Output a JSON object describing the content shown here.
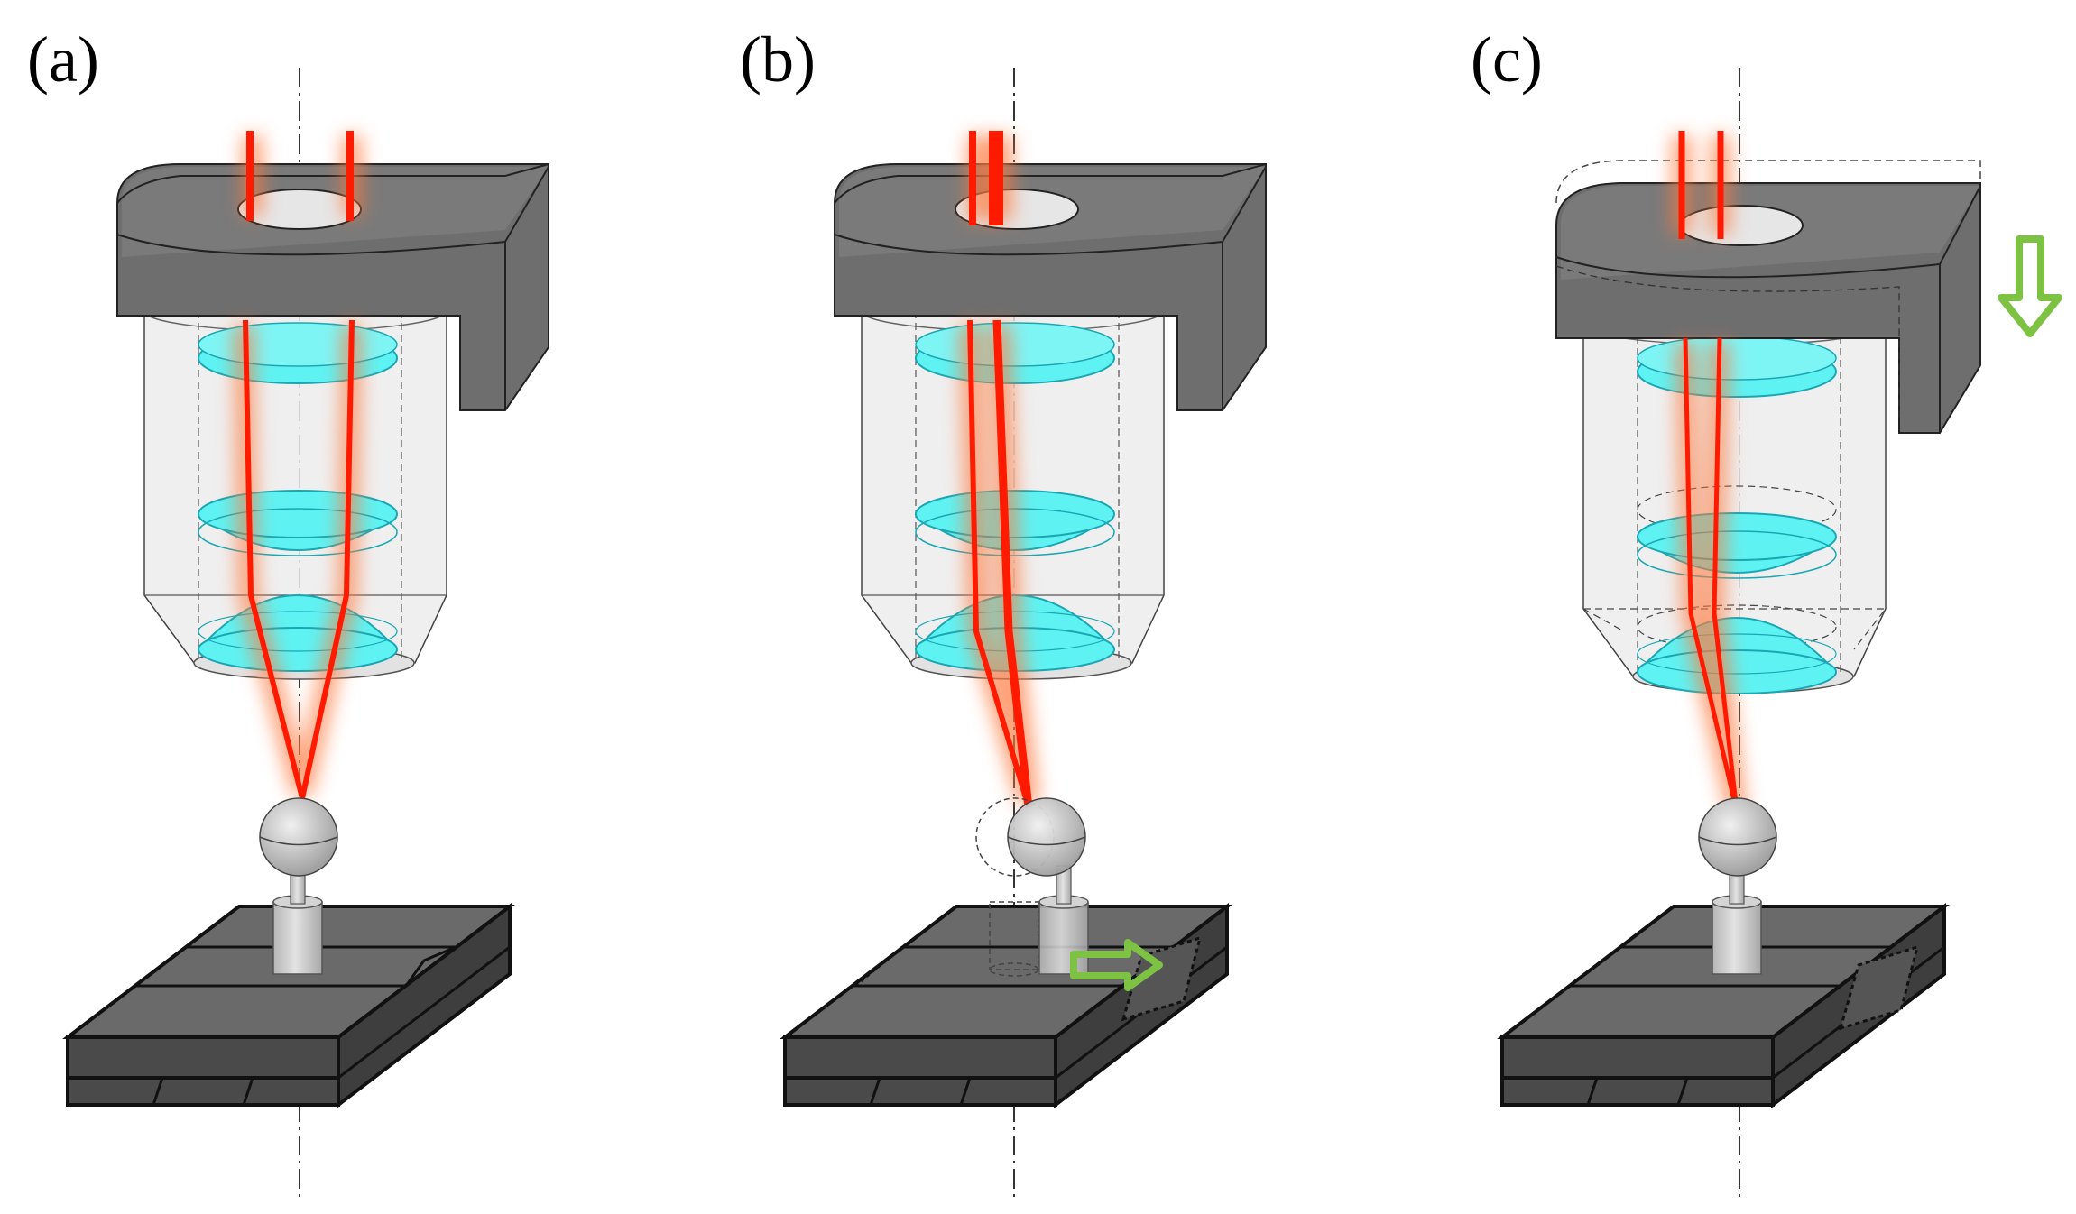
{
  "figure": {
    "panels": [
      {
        "id": "a",
        "label": "(a)"
      },
      {
        "id": "b",
        "label": "(b)"
      },
      {
        "id": "c",
        "label": "(c)"
      }
    ]
  },
  "colors": {
    "mount": "#6e6e6e",
    "mount_light": "#8a8a8a",
    "mount_dark": "#555555",
    "stage_top": "#5f5f5f",
    "stage_side": "#474747",
    "lens": "#5ff2f2",
    "lens_edge": "#1aa7b4",
    "beam": "#ff1a00",
    "glow": "#ff7a40",
    "barrel": "#ececec",
    "sphere": "#c9c9c9",
    "post": "#c6c6c6",
    "arrow": "#7dc242"
  },
  "icons": [
    "axis-line",
    "objective-mount",
    "lens",
    "laser-beam",
    "sphere-target",
    "translation-stage",
    "motion-arrow"
  ]
}
